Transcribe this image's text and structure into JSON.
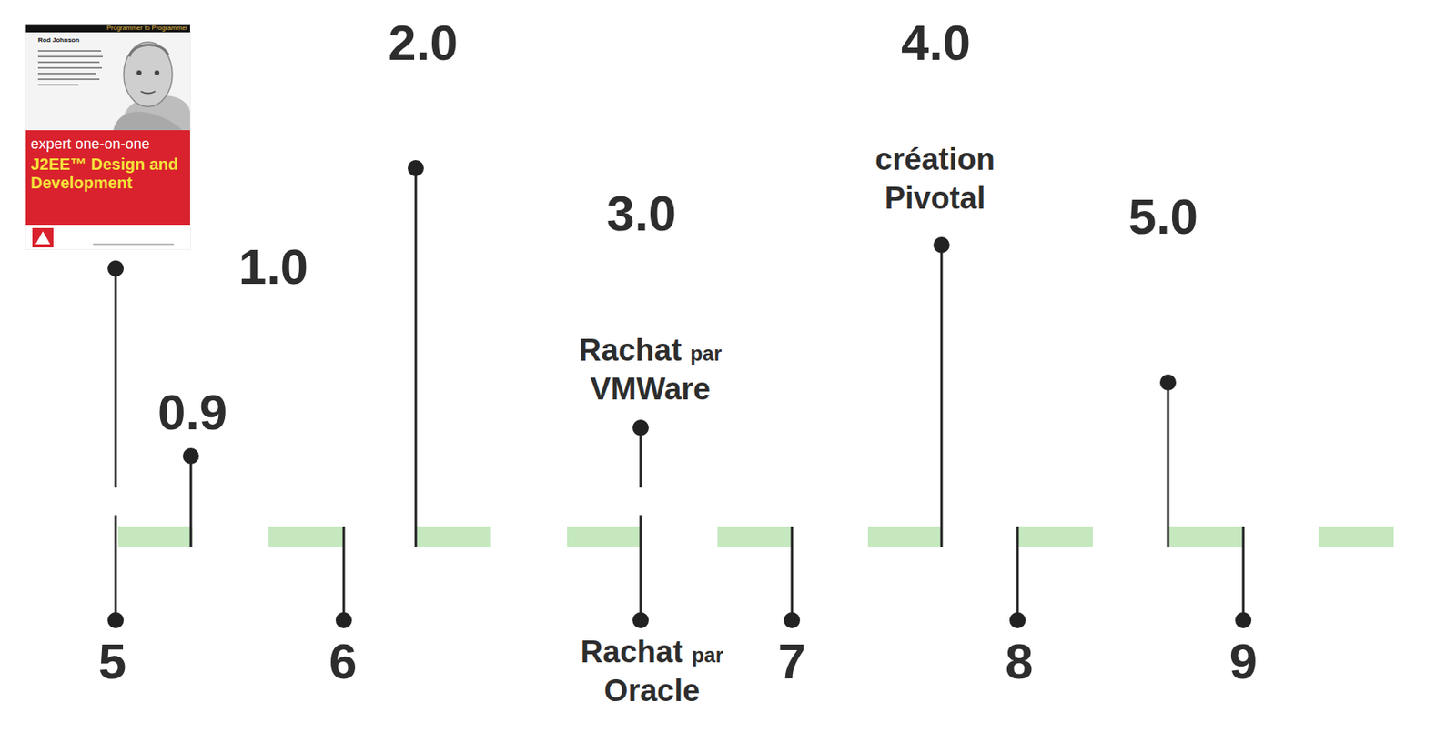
{
  "diagram": {
    "labels": [
      "Programmer to Programmer",
      "Rod Johnson",
      "expert one-on-one",
      "J2EE™ Design and Development",
      "2.0",
      "4.0",
      "création Pivotal",
      "3.0",
      "5.0",
      "1.0",
      "Rachat par VMWare",
      "0.9",
      "5",
      "6",
      "Rachat par Oracle",
      "7",
      "8",
      "9"
    ]
  }
}
